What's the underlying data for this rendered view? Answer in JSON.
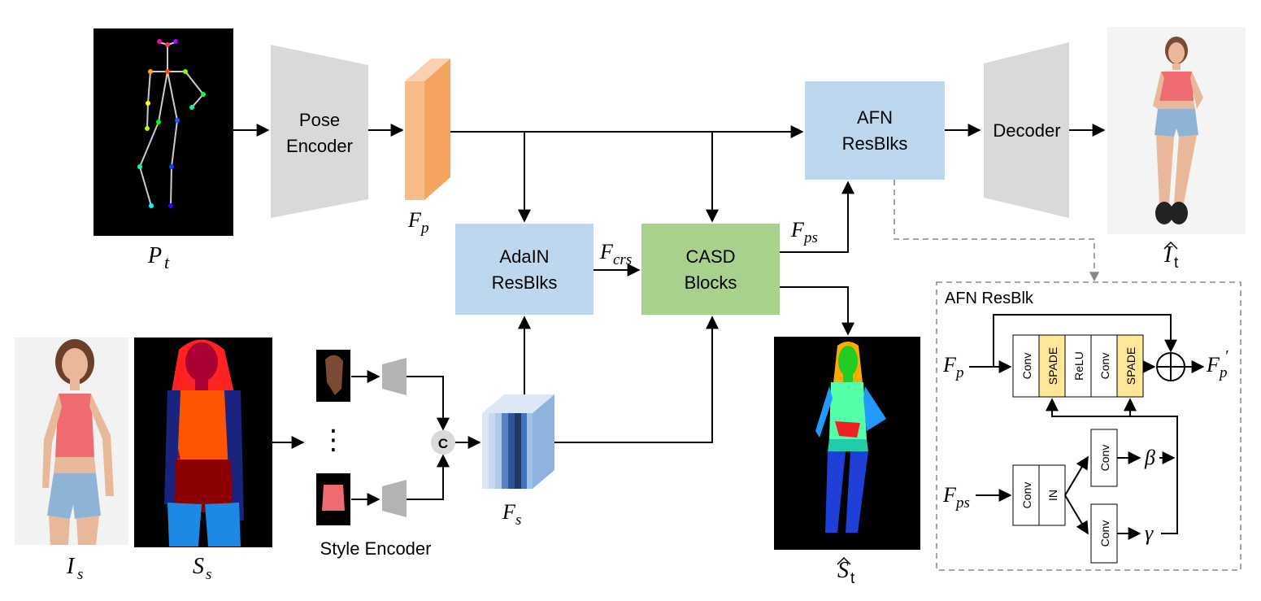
{
  "pose_encoder": {
    "line1": "Pose",
    "line2": "Encoder"
  },
  "decoder": {
    "label": "Decoder"
  },
  "afn_resblks": {
    "line1": "AFN",
    "line2": "ResBlks"
  },
  "adain_resblks": {
    "line1": "AdaIN",
    "line2": "ResBlks"
  },
  "casd_blocks": {
    "line1": "CASD",
    "line2": "Blocks"
  },
  "style_encoder": {
    "label": "Style Encoder",
    "concat": "C",
    "dots": "⋮"
  },
  "symbols": {
    "P": "P",
    "t": "t",
    "F": "F",
    "p": "p",
    "s": "s",
    "crs": "crs",
    "ps": "ps",
    "I": "I",
    "S": "S",
    "t_roman": "t",
    "prime": "′",
    "beta": "β",
    "gamma": "γ"
  },
  "afn_detail": {
    "title": "AFN ResBlk",
    "main_blocks": [
      "Conv",
      "SPADE",
      "ReLU",
      "Conv",
      "SPADE"
    ],
    "sub_blocks": [
      "Conv",
      "IN"
    ],
    "branch_conv_top": "Conv",
    "branch_conv_bottom": "Conv"
  },
  "colors": {
    "encoder_gray": "#d9d9d9",
    "feature_orange": "#f4a460",
    "block_blue": "#bdd7ee",
    "block_green": "#a9d18e",
    "spade_yellow": "#ffe699",
    "background_black": "#000000"
  }
}
